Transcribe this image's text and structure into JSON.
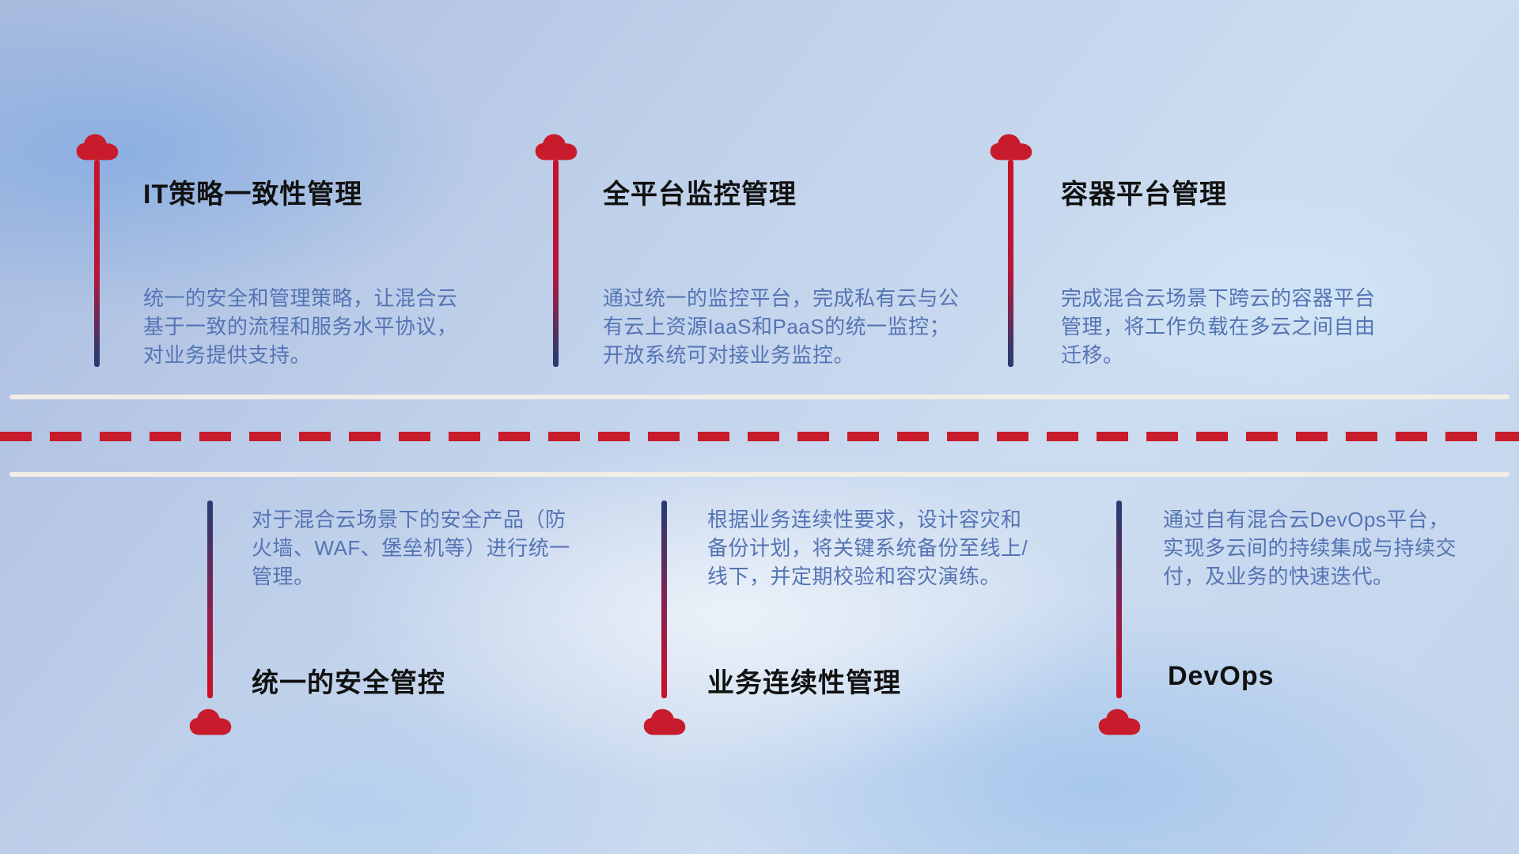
{
  "top_items": [
    {
      "title": "IT策略一致性管理",
      "desc": "统一的安全和管理策略，让混合云基于一致的流程和服务水平协议，对业务提供支持。"
    },
    {
      "title": "全平台监控管理",
      "desc": "通过统一的监控平台，完成私有云与公有云上资源IaaS和PaaS的统一监控；开放系统可对接业务监控。"
    },
    {
      "title": "容器平台管理",
      "desc": "完成混合云场景下跨云的容器平台管理，将工作负载在多云之间自由迁移。"
    }
  ],
  "bottom_items": [
    {
      "title": "统一的安全管控",
      "desc": "对于混合云场景下的安全产品（防火墙、WAF、堡垒机等）进行统一管理。"
    },
    {
      "title": "业务连续性管理",
      "desc": "根据业务连续性要求，设计容灾和备份计划，将关键系统备份至线上/线下，并定期校验和容灾演练。"
    },
    {
      "title": "DevOps",
      "desc": "通过自有混合云DevOps平台，实现多云间的持续集成与持续交付，及业务的快速迭代。"
    }
  ],
  "colors": {
    "cloud_red": "#c81b2b",
    "line_navy": "#2d3a6e",
    "title_text": "#111111",
    "desc_text": "#5574b4",
    "road_white": "#f2ede6"
  }
}
